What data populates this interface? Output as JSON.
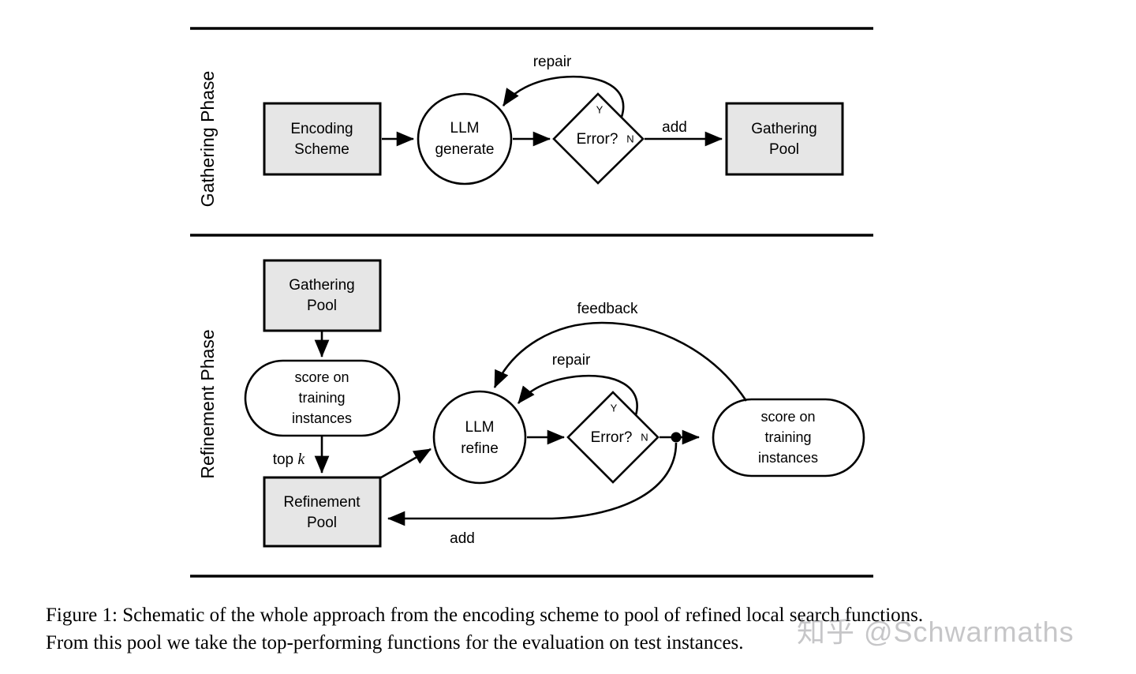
{
  "figure": {
    "caption_line1": "Figure 1: Schematic of the whole approach from the encoding scheme to pool of refined local search functions.",
    "caption_line2": "From this pool we take the top-performing functions for the evaluation on test instances."
  },
  "watermark": {
    "text": "知乎 @Schwarmaths"
  },
  "phases": [
    {
      "id": "gathering",
      "label": "Gathering Phase"
    },
    {
      "id": "refinement",
      "label": "Refinement Phase"
    }
  ],
  "gathering": {
    "nodes": {
      "encoding_scheme": {
        "line1": "Encoding",
        "line2": "Scheme",
        "shape": "box"
      },
      "llm_generate": {
        "line1": "LLM",
        "line2": "generate",
        "shape": "ellipse"
      },
      "error_check": {
        "label": "Error?",
        "shape": "diamond"
      },
      "gathering_pool": {
        "line1": "Gathering",
        "line2": "Pool",
        "shape": "box"
      }
    },
    "edge_labels": {
      "repair": "repair",
      "add": "add",
      "yes": "Y",
      "no": "N"
    }
  },
  "refinement": {
    "nodes": {
      "gathering_pool": {
        "line1": "Gathering",
        "line2": "Pool",
        "shape": "box"
      },
      "score_left": {
        "line1": "score on",
        "line2": "training",
        "line3": "instances",
        "shape": "pill"
      },
      "refinement_pool": {
        "line1": "Refinement",
        "line2": "Pool",
        "shape": "box"
      },
      "llm_refine": {
        "line1": "LLM",
        "line2": "refine",
        "shape": "circle"
      },
      "error_check": {
        "label": "Error?",
        "shape": "diamond"
      },
      "score_right": {
        "line1": "score on",
        "line2": "training",
        "line3": "instances",
        "shape": "pill"
      }
    },
    "edge_labels": {
      "top_k_prefix": "top ",
      "top_k_var": "k",
      "feedback": "feedback",
      "repair": "repair",
      "add": "add",
      "yes": "Y",
      "no": "N"
    }
  },
  "colors": {
    "box_fill": "#e6e6e6",
    "stroke": "#000000",
    "background": "#ffffff",
    "watermark": "#787880"
  }
}
